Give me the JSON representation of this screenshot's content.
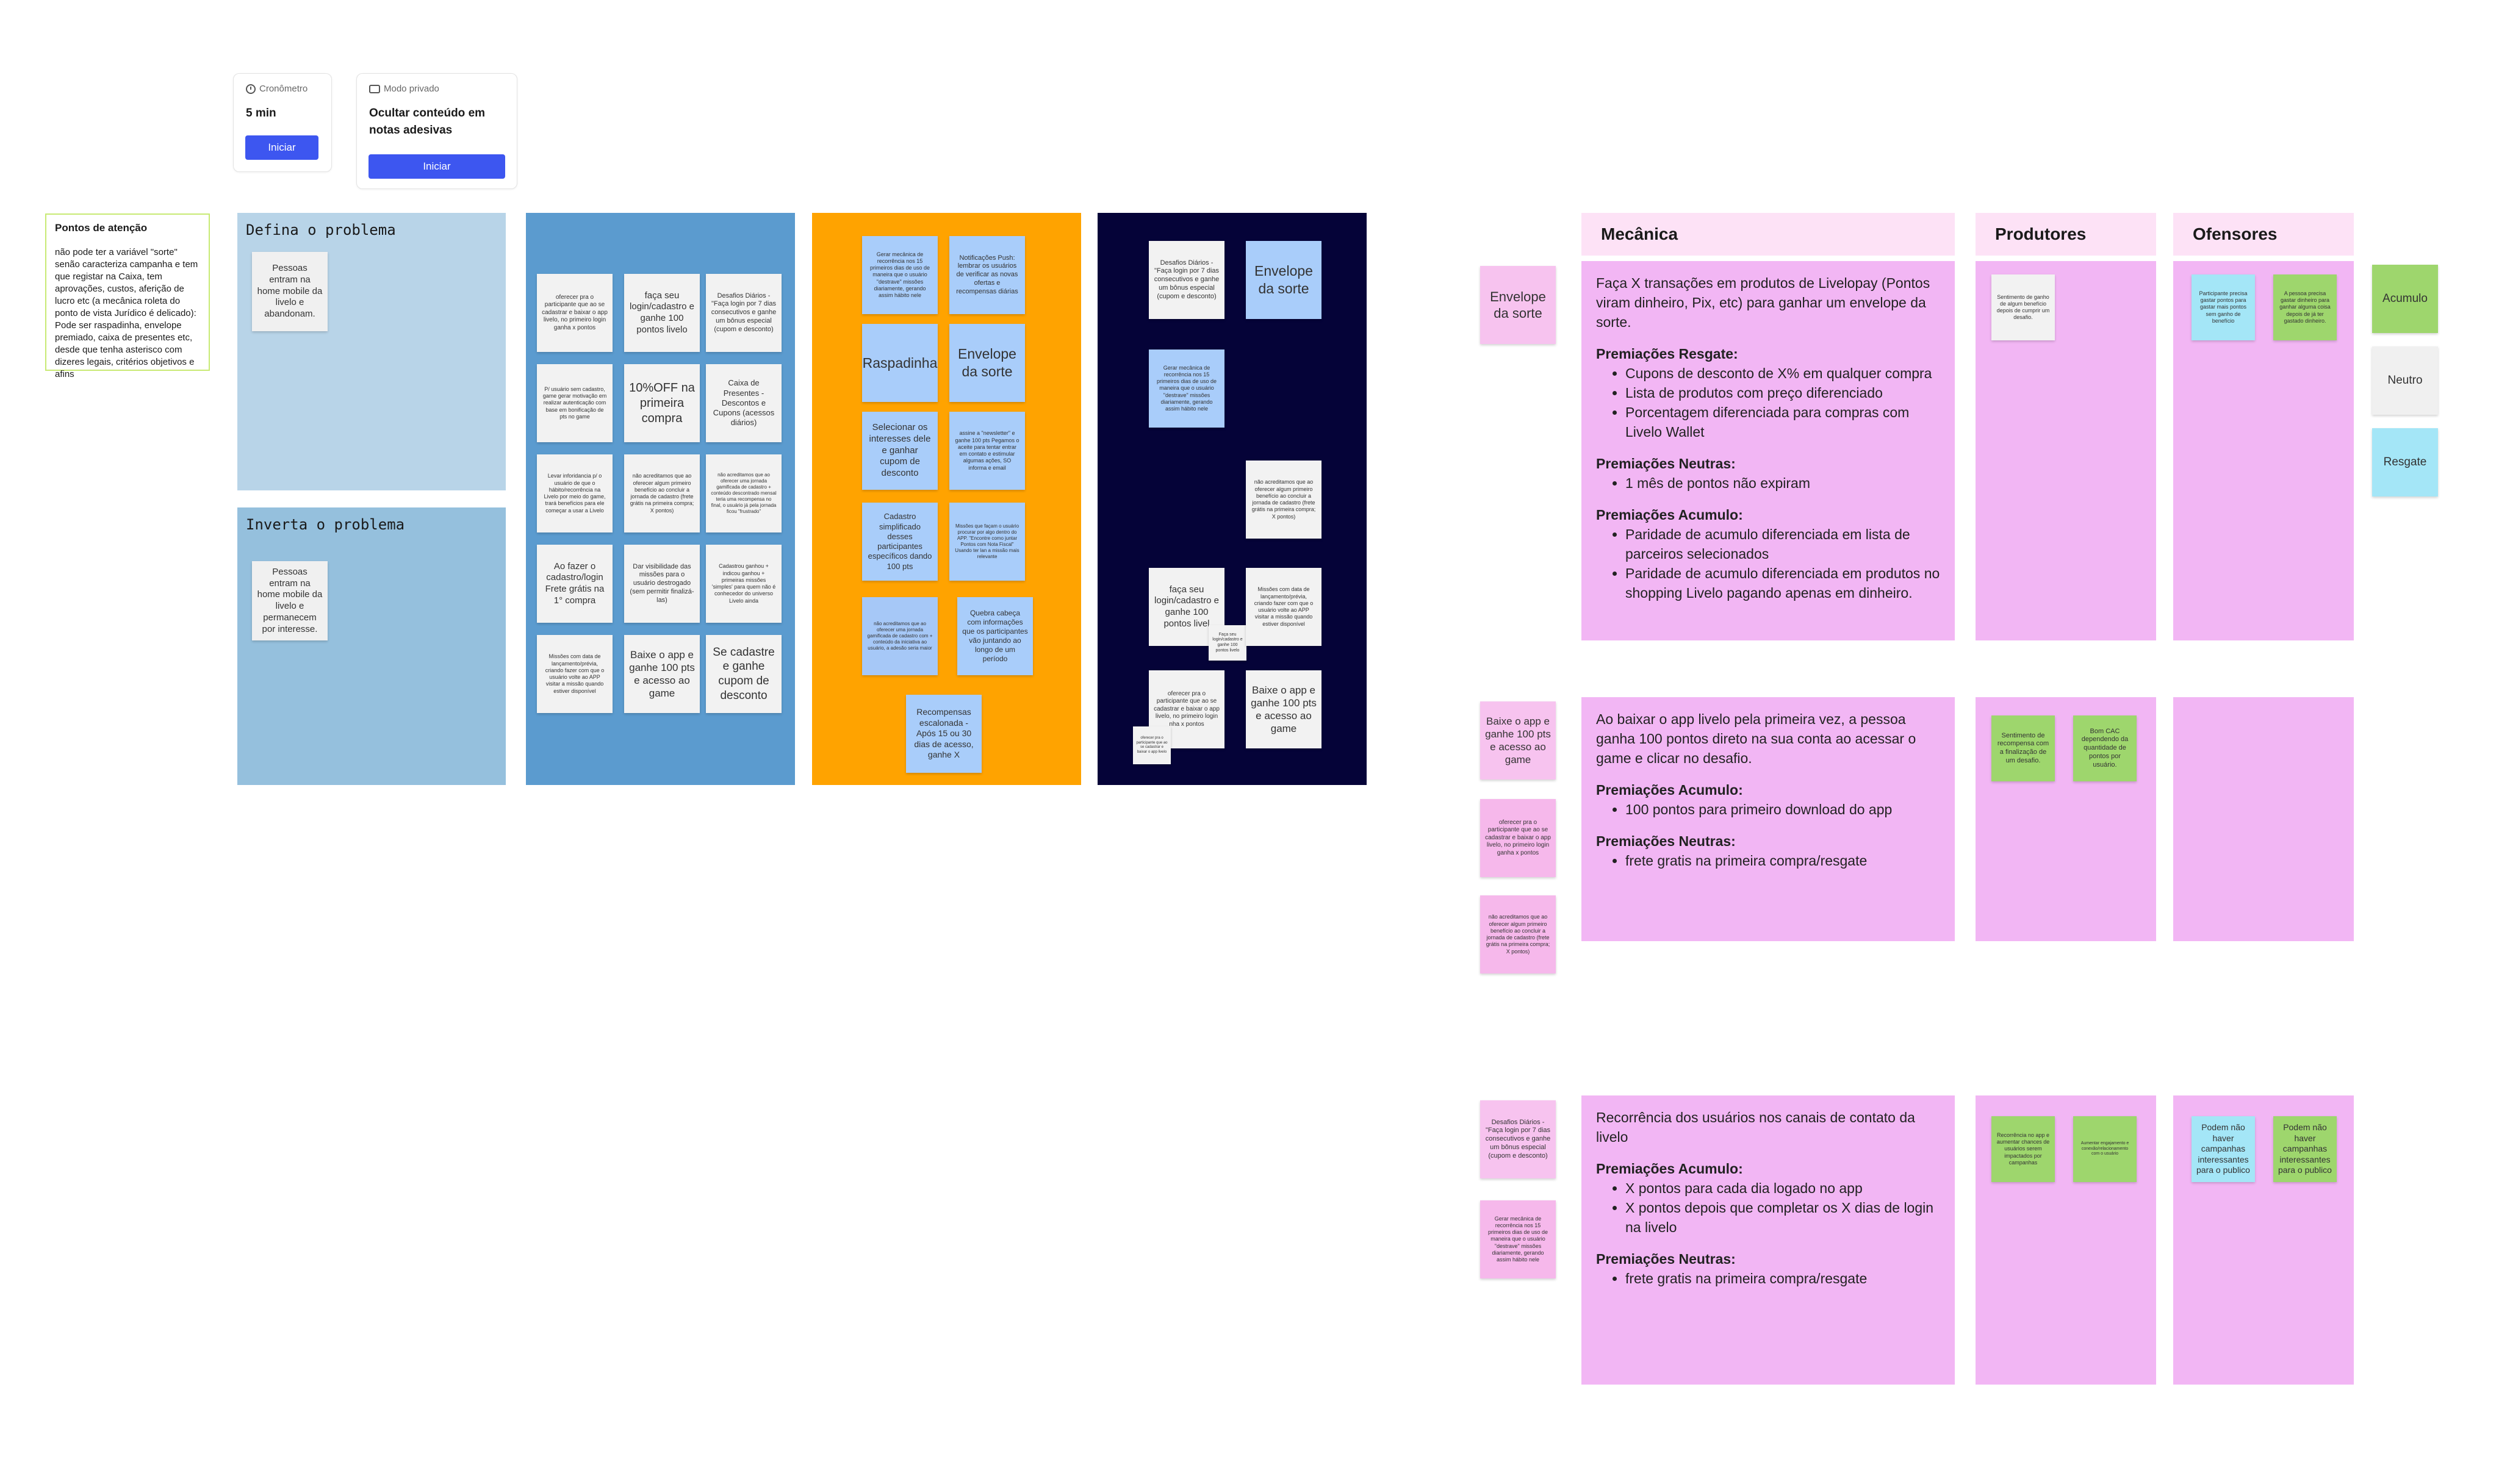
{
  "timer": {
    "icon": "clock-icon",
    "title": "Cronômetro",
    "value": "5 min",
    "button": "Iniciar"
  },
  "private_mode": {
    "icon": "eye-off-icon",
    "title": "Modo privado",
    "value": "Ocultar conteúdo em notas adesivas",
    "button": "Iniciar"
  },
  "attention": {
    "title": "Pontos de atenção",
    "text": "não pode ter a variável \"sorte\" senão caracteriza campanha e tem que registar na Caixa, tem aprovações, custos, aferição de lucro etc (a mecânica roleta do ponto de vista Jurídico é delicado): Pode ser raspadinha, envelope premiado, caixa de presentes etc, desde que tenha asterisco com dizeres legais, critérios objetivos e afins"
  },
  "frame_define": {
    "title": "Defina o problema",
    "note": "Pessoas entram na home mobile da livelo e abandonam."
  },
  "frame_invert": {
    "title": "Inverta o problema",
    "note": "Pessoas entram na home mobile da livelo e permanecem por interesse."
  },
  "blue_notes": [
    "oferecer pra o participante que ao se cadastrar e baixar o app livelo, no primeiro login ganha x pontos",
    "faça seu login/cadastro e ganhe 100 pontos livelo",
    "Desafios Diários - \"Faça login por 7 dias consecutivos e ganhe um bônus especial (cupom e desconto)",
    "P/ usuário sem cadastro, game gerar motivação em realizar autenticação com base em bonificação de pts no game",
    "10%OFF na primeira compra",
    "Caixa de Presentes - Descontos e Cupons (acessos diários)",
    "Levar inforidancia p/ o usuário de que o hábito/recorrência na Livelo por meio do game, trará benefícios para ele começar a usar a Livelo",
    "não acreditamos que ao oferecer algum primeiro benefício ao concluir a jornada de cadastro (frete grátis na primeira compra; X pontos)",
    "não acreditamos que ao oferecer uma jornada gamificada de cadastro + conteúdo descontrado mensal teria uma recompensa no final, o usuário já pela jornada ficou \"frustrado\"",
    "Ao fazer o cadastro/login Frete grátis na 1° compra",
    "Dar visibilidade das missões para o usuário destrogado (sem permitir finalizá-las)",
    "Cadastrou ganhou + indicou ganhou + primeiras missões 'simples' para quem não é conhecedor do universo Livelo ainda",
    "Missões com data de lançamento/prévia, criando fazer com que o usuário volte ao APP visitar a missão quando estiver disponível",
    "Baixe o app e ganhe 100 pts e acesso ao game",
    "Se cadastre e ganhe cupom de desconto"
  ],
  "orange_notes": [
    "Gerar mecânica de recorrência nos 15 primeiros dias de uso de maneira que o usuário \"destrave\" missões diariamente, gerando assim hábito nele",
    "Notificações Push: lembrar os usuários de verificar as novas ofertas e recompensas diárias",
    "Raspadinha",
    "Envelope da sorte",
    "Selecionar os interesses dele e ganhar cupom de desconto",
    "assine a \"newsletter\" e ganhe 100 pts Pegamos o aceite para tentar entrar em contato e estimular algumas ações, SO informa e email",
    "Cadastro simplificado desses participantes específicos dando 100 pts",
    "Missões que façam o usuário procurar por algo dentro do APP. \"Encontre como juntar Pontos com Nota Fiscal\" Usando ter lan a missão mais relevante",
    "não acreditamos que ao oferecer uma jornada gamificada de cadastro com + conteúdo da iniciativa ao usuário, a adesão seria maior",
    "Quebra cabeça com informações que os participantes vão juntando ao longo de um período",
    "Recompensas escalonada - Após 15 ou 30 dias de acesso, ganhe X"
  ],
  "navy_notes": [
    "Desafios Diários - \"Faça login por 7 dias consecutivos e ganhe um bônus especial (cupom e desconto)",
    "Envelope da sorte",
    "Gerar mecânica de recorrência nos 15 primeiros dias de uso de maneira que o usuário \"destrave\" missões diariamente, gerando assim hábito nele",
    "não acreditamos que ao oferecer algum primeiro benefício ao concluir a jornada de cadastro (frete grátis na primeira compra; X pontos)",
    "faça seu login/cadastro e ganhe 100 pontos livel",
    "Faça seu login/cadastro e ganhe 100 pontos livelo",
    "Missões com data de lançamento/prévia, criando fazer com que o usuário volte ao APP visitar a missão quando estiver disponível",
    "oferecer pra o participante que ao se cadastrar e baixar o app livelo, no primeiro login nha x pontos",
    "Baixe o app e ganhe 100 pts e acesso ao game",
    "oferecer pra o participante que ao se cadastrar e baixar o app livelo"
  ],
  "table": {
    "headers": {
      "mecanica": "Mecânica",
      "produtores": "Produtores",
      "ofensores": "Ofensores"
    },
    "row1": {
      "label": "Envelope da sorte",
      "intro": "Faça X transações em produtos de Livelopay (Pontos viram dinheiro, Pix, etc) para ganhar um envelope da sorte.",
      "resgate_title": "Premiações Resgate:",
      "resgate": [
        "Cupons de desconto de X% em qualquer compra",
        "Lista de produtos com preço diferenciado",
        "Porcentagem diferenciada para compras com Livelo Wallet"
      ],
      "neutras_title": "Premiações Neutras:",
      "neutras": [
        "1 mês de pontos não expiram"
      ],
      "acumulo_title": "Premiações Acumulo:",
      "acumulo": [
        "Paridade de acumulo diferenciada em lista de parceiros selecionados",
        "Paridade de acumulo diferenciada em produtos no shopping Livelo pagando apenas em dinheiro."
      ],
      "produtores": [
        "Sentimento de ganho de algum benefício depois de cumprir um desafio."
      ],
      "ofensores": [
        "Participante precisa gastar pontos para gastar mais pontos sem ganho de benefício",
        "A pessoa precisa gastar dinheiro para ganhar alguma coisa depois de já ter gastado dinheiro."
      ]
    },
    "row2": {
      "label": "Baixe o app e ganhe 100 pts e acesso ao game",
      "extra_notes": [
        "oferecer pra o participante que ao se cadastrar e baixar o app livelo, no primeiro login ganha x pontos",
        "não acreditamos que ao oferecer algum primeiro benefício ao concluir a jornada de cadastro (frete grátis na primeira compra; X pontos)"
      ],
      "intro": "Ao baixar o app livelo pela primeira vez, a pessoa ganha 100 pontos direto na sua conta ao acessar o game e clicar no desafio.",
      "acumulo_title": "Premiações Acumulo:",
      "acumulo": [
        "100 pontos para primeiro download do app"
      ],
      "neutras_title": "Premiações Neutras:",
      "neutras": [
        "frete gratis na primeira compra/resgate"
      ],
      "produtores": [
        "Sentimento de recompensa com a finalização de um desafio.",
        "Bom CAC dependendo da quantidade de pontos por usuário."
      ]
    },
    "row3": {
      "label": "Desafios Diários - \"Faça login por 7 dias consecutivos e ganhe um bônus especial (cupom e desconto)",
      "extra_note": "Gerar mecânica de recorrência nos 15 primeiros dias de uso de maneira que o usuário \"destrave\" missões diariamente, gerando assim hábito nele",
      "intro": "Recorrência dos usuários nos canais de contato da livelo",
      "acumulo_title": "Premiações Acumulo:",
      "acumulo": [
        "X pontos para cada dia logado no app",
        "X pontos depois que completar os X dias de login na livelo"
      ],
      "neutras_title": "Premiações Neutras:",
      "neutras": [
        "frete gratis na primeira compra/resgate"
      ],
      "produtores": [
        "Recorrência no app e aumentar chances de usuários serem impactados por campanhas",
        "Aumentar engajamento e conexão/relacionamento com o usuário"
      ],
      "ofensores": [
        "Podem não haver campanhas interessantes para o publico",
        "Podem não haver campanhas interessantes para o publico"
      ]
    }
  },
  "legend": [
    "Acumulo",
    "Neutro",
    "Resgate"
  ],
  "colors": {
    "frame_light": "#b8d4e8",
    "frame_blue": "#5b9bcf",
    "frame_orange": "#ffa300",
    "frame_navy": "#050338",
    "cell_pink": "#f2b6f4",
    "header_pink": "#fde2f6",
    "green": "#9ed66d",
    "cyan": "#a4e6f7",
    "button": "#3d56f0"
  }
}
